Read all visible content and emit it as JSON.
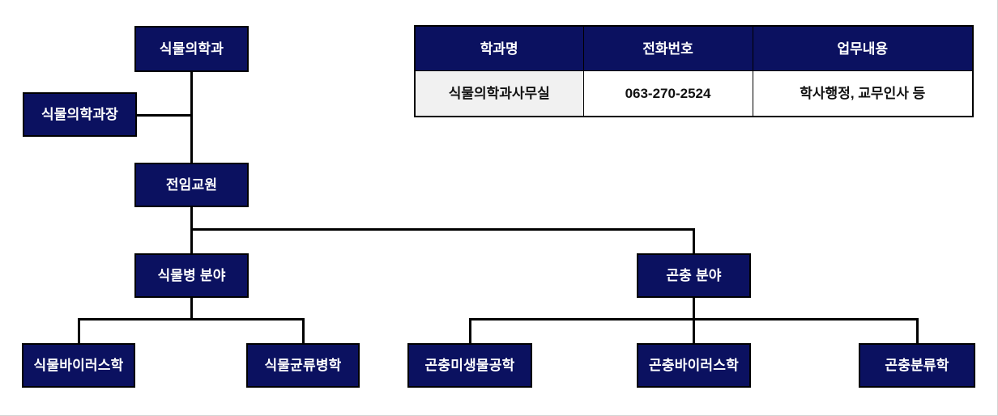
{
  "chart": {
    "title_node": {
      "label": "식물의학과"
    },
    "head_node": {
      "label": "식물의학과장"
    },
    "faculty_node": {
      "label": "전임교원"
    },
    "divisions": [
      {
        "label": "식물병 분야"
      },
      {
        "label": "곤충 분야"
      }
    ],
    "plant_disease_labs": [
      {
        "label": "식물바이러스학"
      },
      {
        "label": "식물균류병학"
      }
    ],
    "insect_labs": [
      {
        "label": "곤충미생물공학"
      },
      {
        "label": "곤충바이러스학"
      },
      {
        "label": "곤충분류학"
      }
    ]
  },
  "contact_table": {
    "headers": [
      "학과명",
      "전화번호",
      "업무내용"
    ],
    "rows": [
      {
        "department": "식물의학과사무실",
        "phone": "063-270-2524",
        "duties": "학사행정, 교무인사 등"
      }
    ]
  },
  "colors": {
    "node_fill": "#0b1160",
    "node_border": "#000000",
    "node_text": "#ffffff",
    "table_header_fill": "#0b1160",
    "table_cell_shaded": "#f1f1f1",
    "page_background": "#ffffff"
  }
}
